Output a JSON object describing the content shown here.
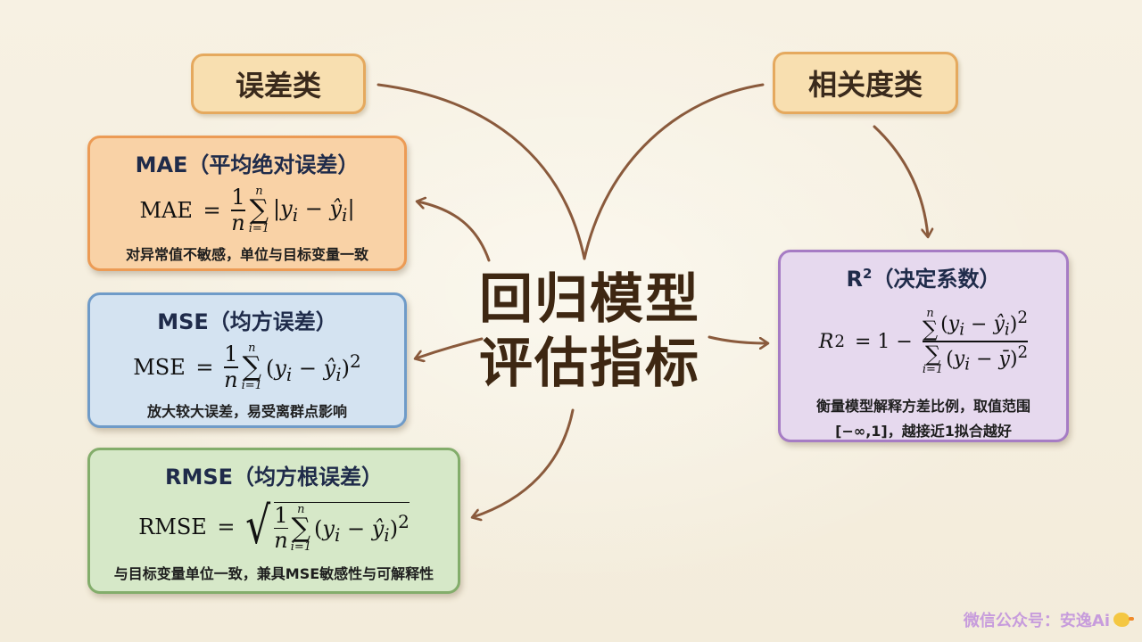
{
  "categories": {
    "error": "误差类",
    "correlation": "相关度类"
  },
  "center": {
    "line1": "回归模型",
    "line2": "评估指标"
  },
  "cards": {
    "mae": {
      "title": "MAE（平均绝对误差）",
      "formula_name": "MAE",
      "note": "对异常值不敏感，单位与目标变量一致"
    },
    "mse": {
      "title": "MSE（均方误差）",
      "formula_name": "MSE",
      "note": "放大较大误差，易受离群点影响"
    },
    "rmse": {
      "title": "RMSE（均方根误差）",
      "formula_name": "RMSE",
      "note": "与目标变量单位一致，兼具MSE敏感性与可解释性"
    },
    "r2": {
      "title_base": "R",
      "title_sup": "2",
      "title_rest": "（决定系数）",
      "note_line1": "衡量模型解释方差比例，取值范围",
      "note_line2": "[−∞,1]，越接近1拟合越好"
    }
  },
  "watermark": {
    "text": "微信公众号：安逸Ai",
    "icon": "duck-icon"
  },
  "colors": {
    "background": "#f6f0e1",
    "category_fill": "#f8dfb0",
    "mae_fill": "#f9d2a6",
    "mse_fill": "#d4e3f1",
    "rmse_fill": "#d6e8c8",
    "r2_fill": "#e6d9ee",
    "connector": "#8a5a3c"
  }
}
